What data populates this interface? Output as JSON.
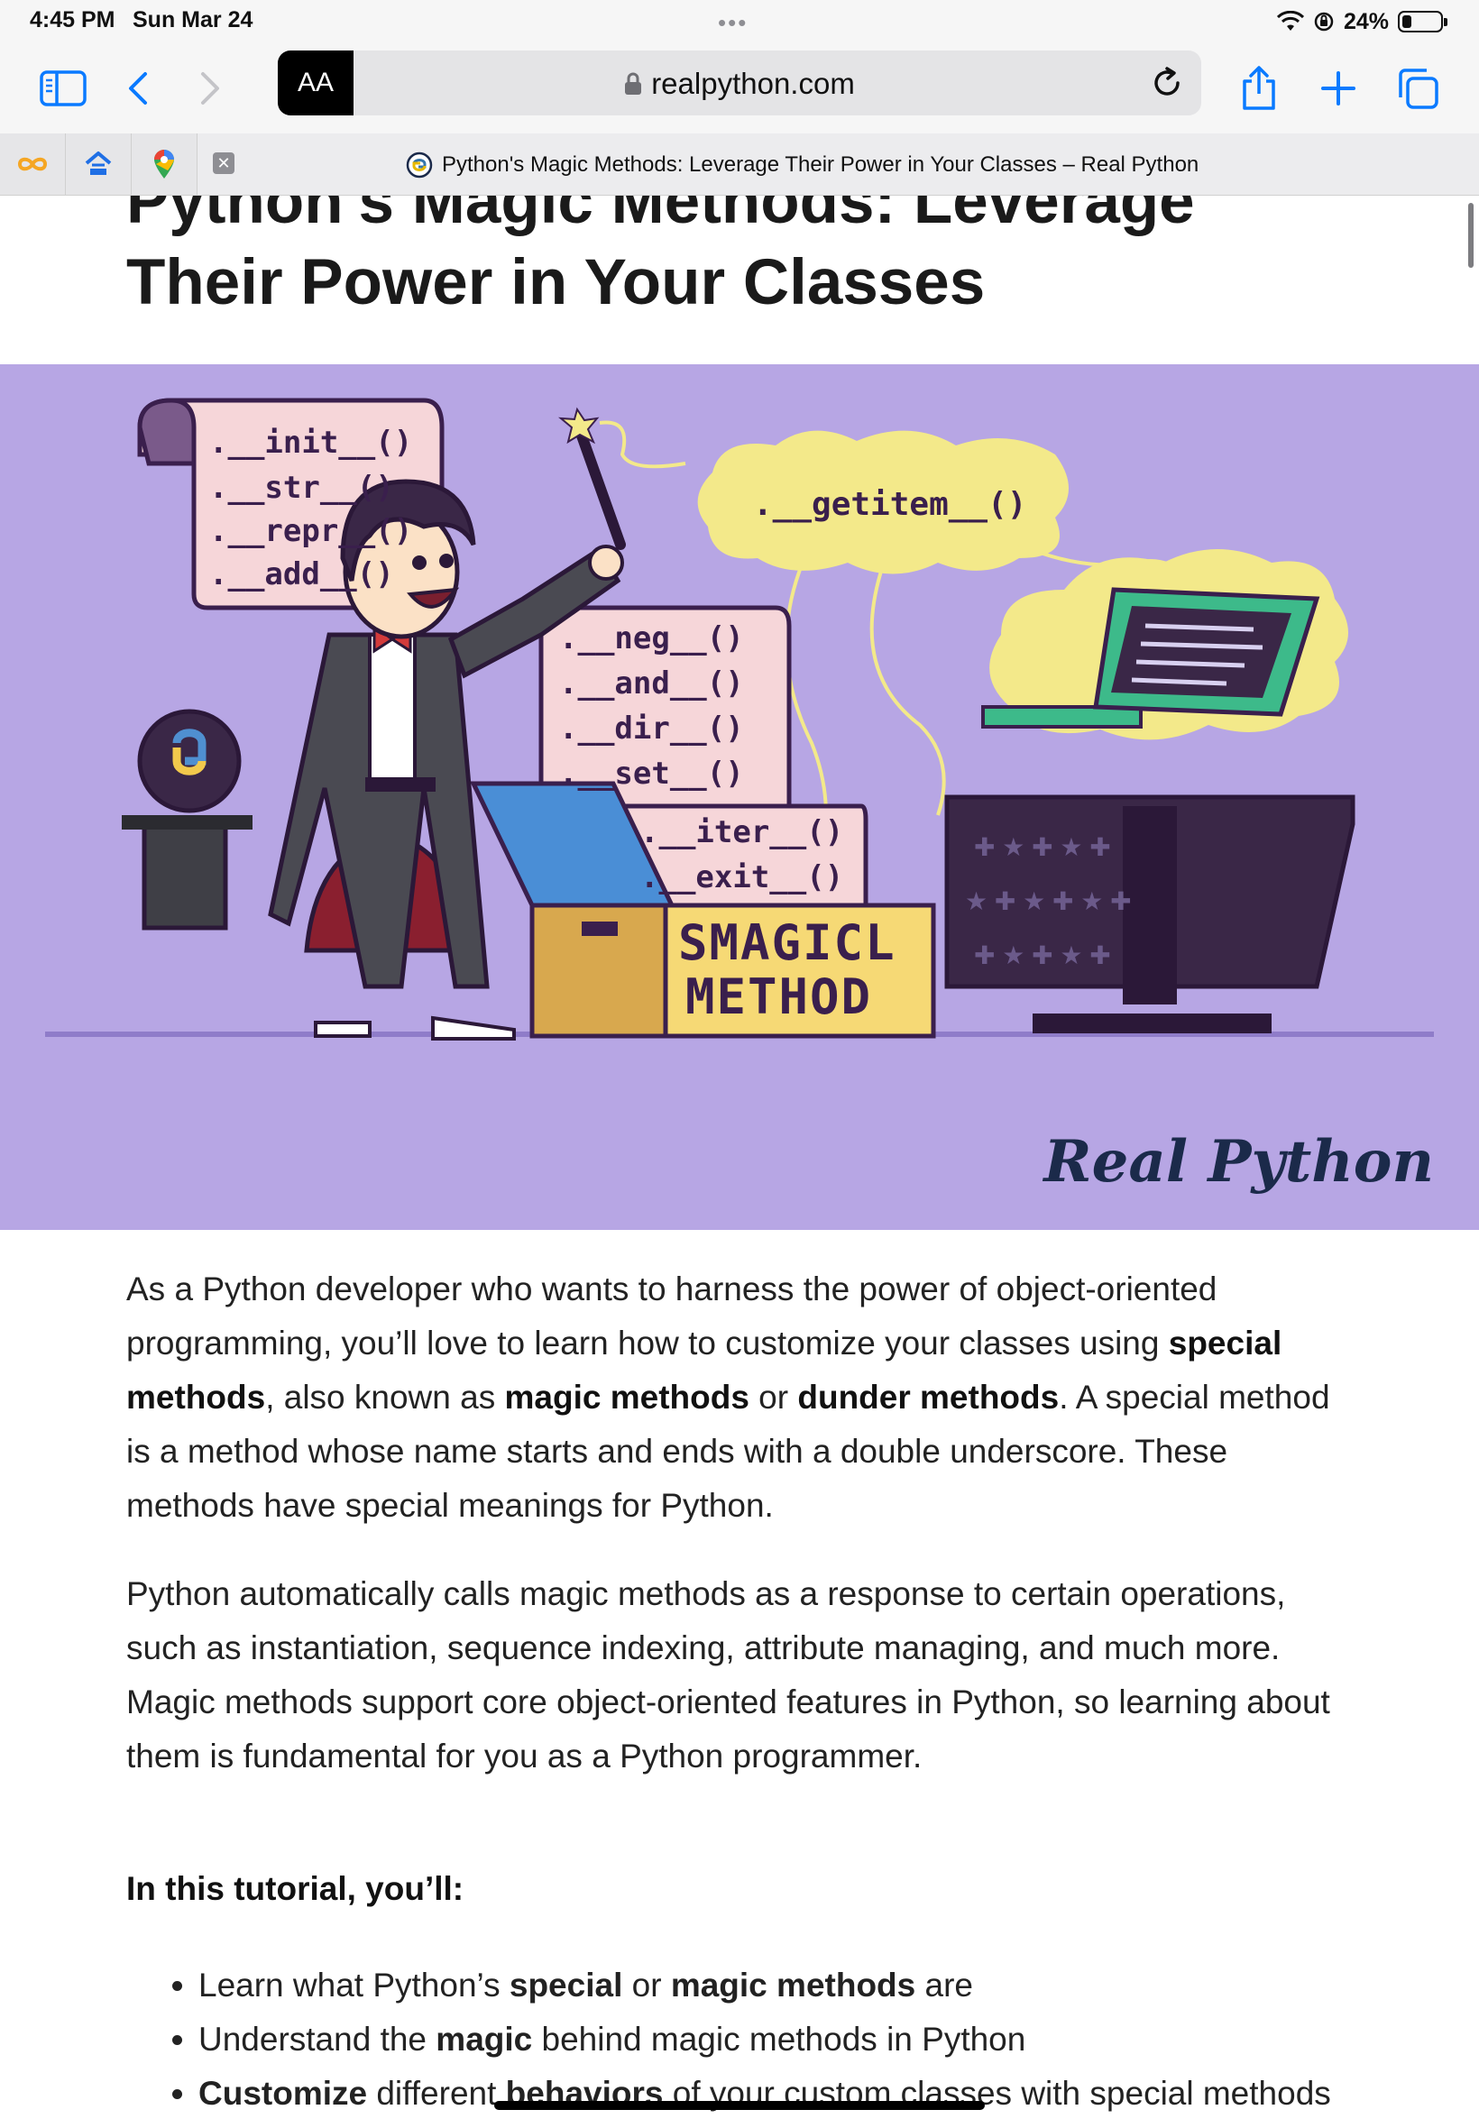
{
  "status_bar": {
    "time": "4:45 PM",
    "date": "Sun Mar 24",
    "battery_percent": "24%",
    "battery_level": 0.24
  },
  "toolbar": {
    "aa_label": "AA",
    "url": "realpython.com"
  },
  "tab": {
    "title": "Python's Magic Methods: Leverage Their Power in Your Classes – Real Python"
  },
  "article": {
    "title_line1": "Python's Magic Methods: Leverage",
    "title_line2": "Their Power in Your Classes",
    "hero": {
      "scroll_methods": [
        ".__init__()",
        ".__str__()",
        ".__repr__()",
        ".__add__()"
      ],
      "paper_methods": [
        ".__neg__()",
        ".__and__()",
        ".__dir__()",
        ".__set__()"
      ],
      "paper_methods_2": [
        ".__iter__()",
        ".__exit__()"
      ],
      "cloud_label": ".__getitem__()",
      "box_line1": "SMAGICL",
      "box_line2": "METHOD",
      "brand": "Real Python"
    },
    "intro": {
      "t1": "As a Python developer who wants to harness the power of object-oriented programming, you’ll love to learn how to customize your classes using ",
      "b1": "special methods",
      "t2": ", also known as ",
      "b2": "magic methods",
      "t3": " or ",
      "b3": "dunder methods",
      "t4": ". A special method is a method whose name starts and ends with a double underscore. These methods have special meanings for Python."
    },
    "para2": "Python automatically calls magic methods as a response to certain operations, such as instantiation, sequence indexing, attribute managing, and much more. Magic methods support core object-oriented features in Python, so learning about them is fundamental for you as a Python programmer.",
    "tutorial_heading": "In this tutorial, you’ll:",
    "bullets": [
      {
        "a": "Learn what Python’s ",
        "b": "special",
        "c": " or ",
        "d": "magic methods",
        "e": " are"
      },
      {
        "a": "Understand the ",
        "b": "magic",
        "c": " behind magic methods in Python"
      },
      {
        "b": "Customize",
        "a2": " different ",
        "d": "behaviors",
        "e": " of your custom classes with special methods"
      }
    ]
  },
  "colors": {
    "hero_bg": "#b7a6e4",
    "accent_blue": "#0a7aff",
    "cloud_yellow": "#f3e98a"
  }
}
